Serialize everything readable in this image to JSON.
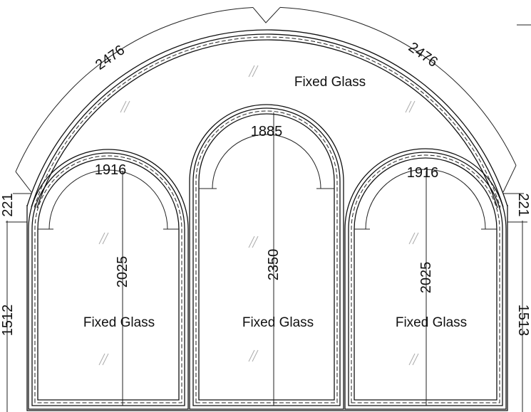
{
  "drawing": {
    "labels": {
      "top": "Fixed Glass",
      "left": "Fixed Glass",
      "middle": "Fixed Glass",
      "right": "Fixed Glass"
    },
    "dimensions": {
      "arc_left": "2476",
      "arc_right": "2476",
      "offset_left": "221",
      "offset_right": "221",
      "height_left": "1512",
      "height_right": "1513",
      "arch_left": "1916",
      "arch_middle": "1885",
      "arch_right": "1916",
      "pane_left": "2025",
      "pane_middle": "2350",
      "pane_right": "2025"
    },
    "colors": {
      "line": "#111111",
      "glass_hatch": "#aaaaaa"
    }
  }
}
